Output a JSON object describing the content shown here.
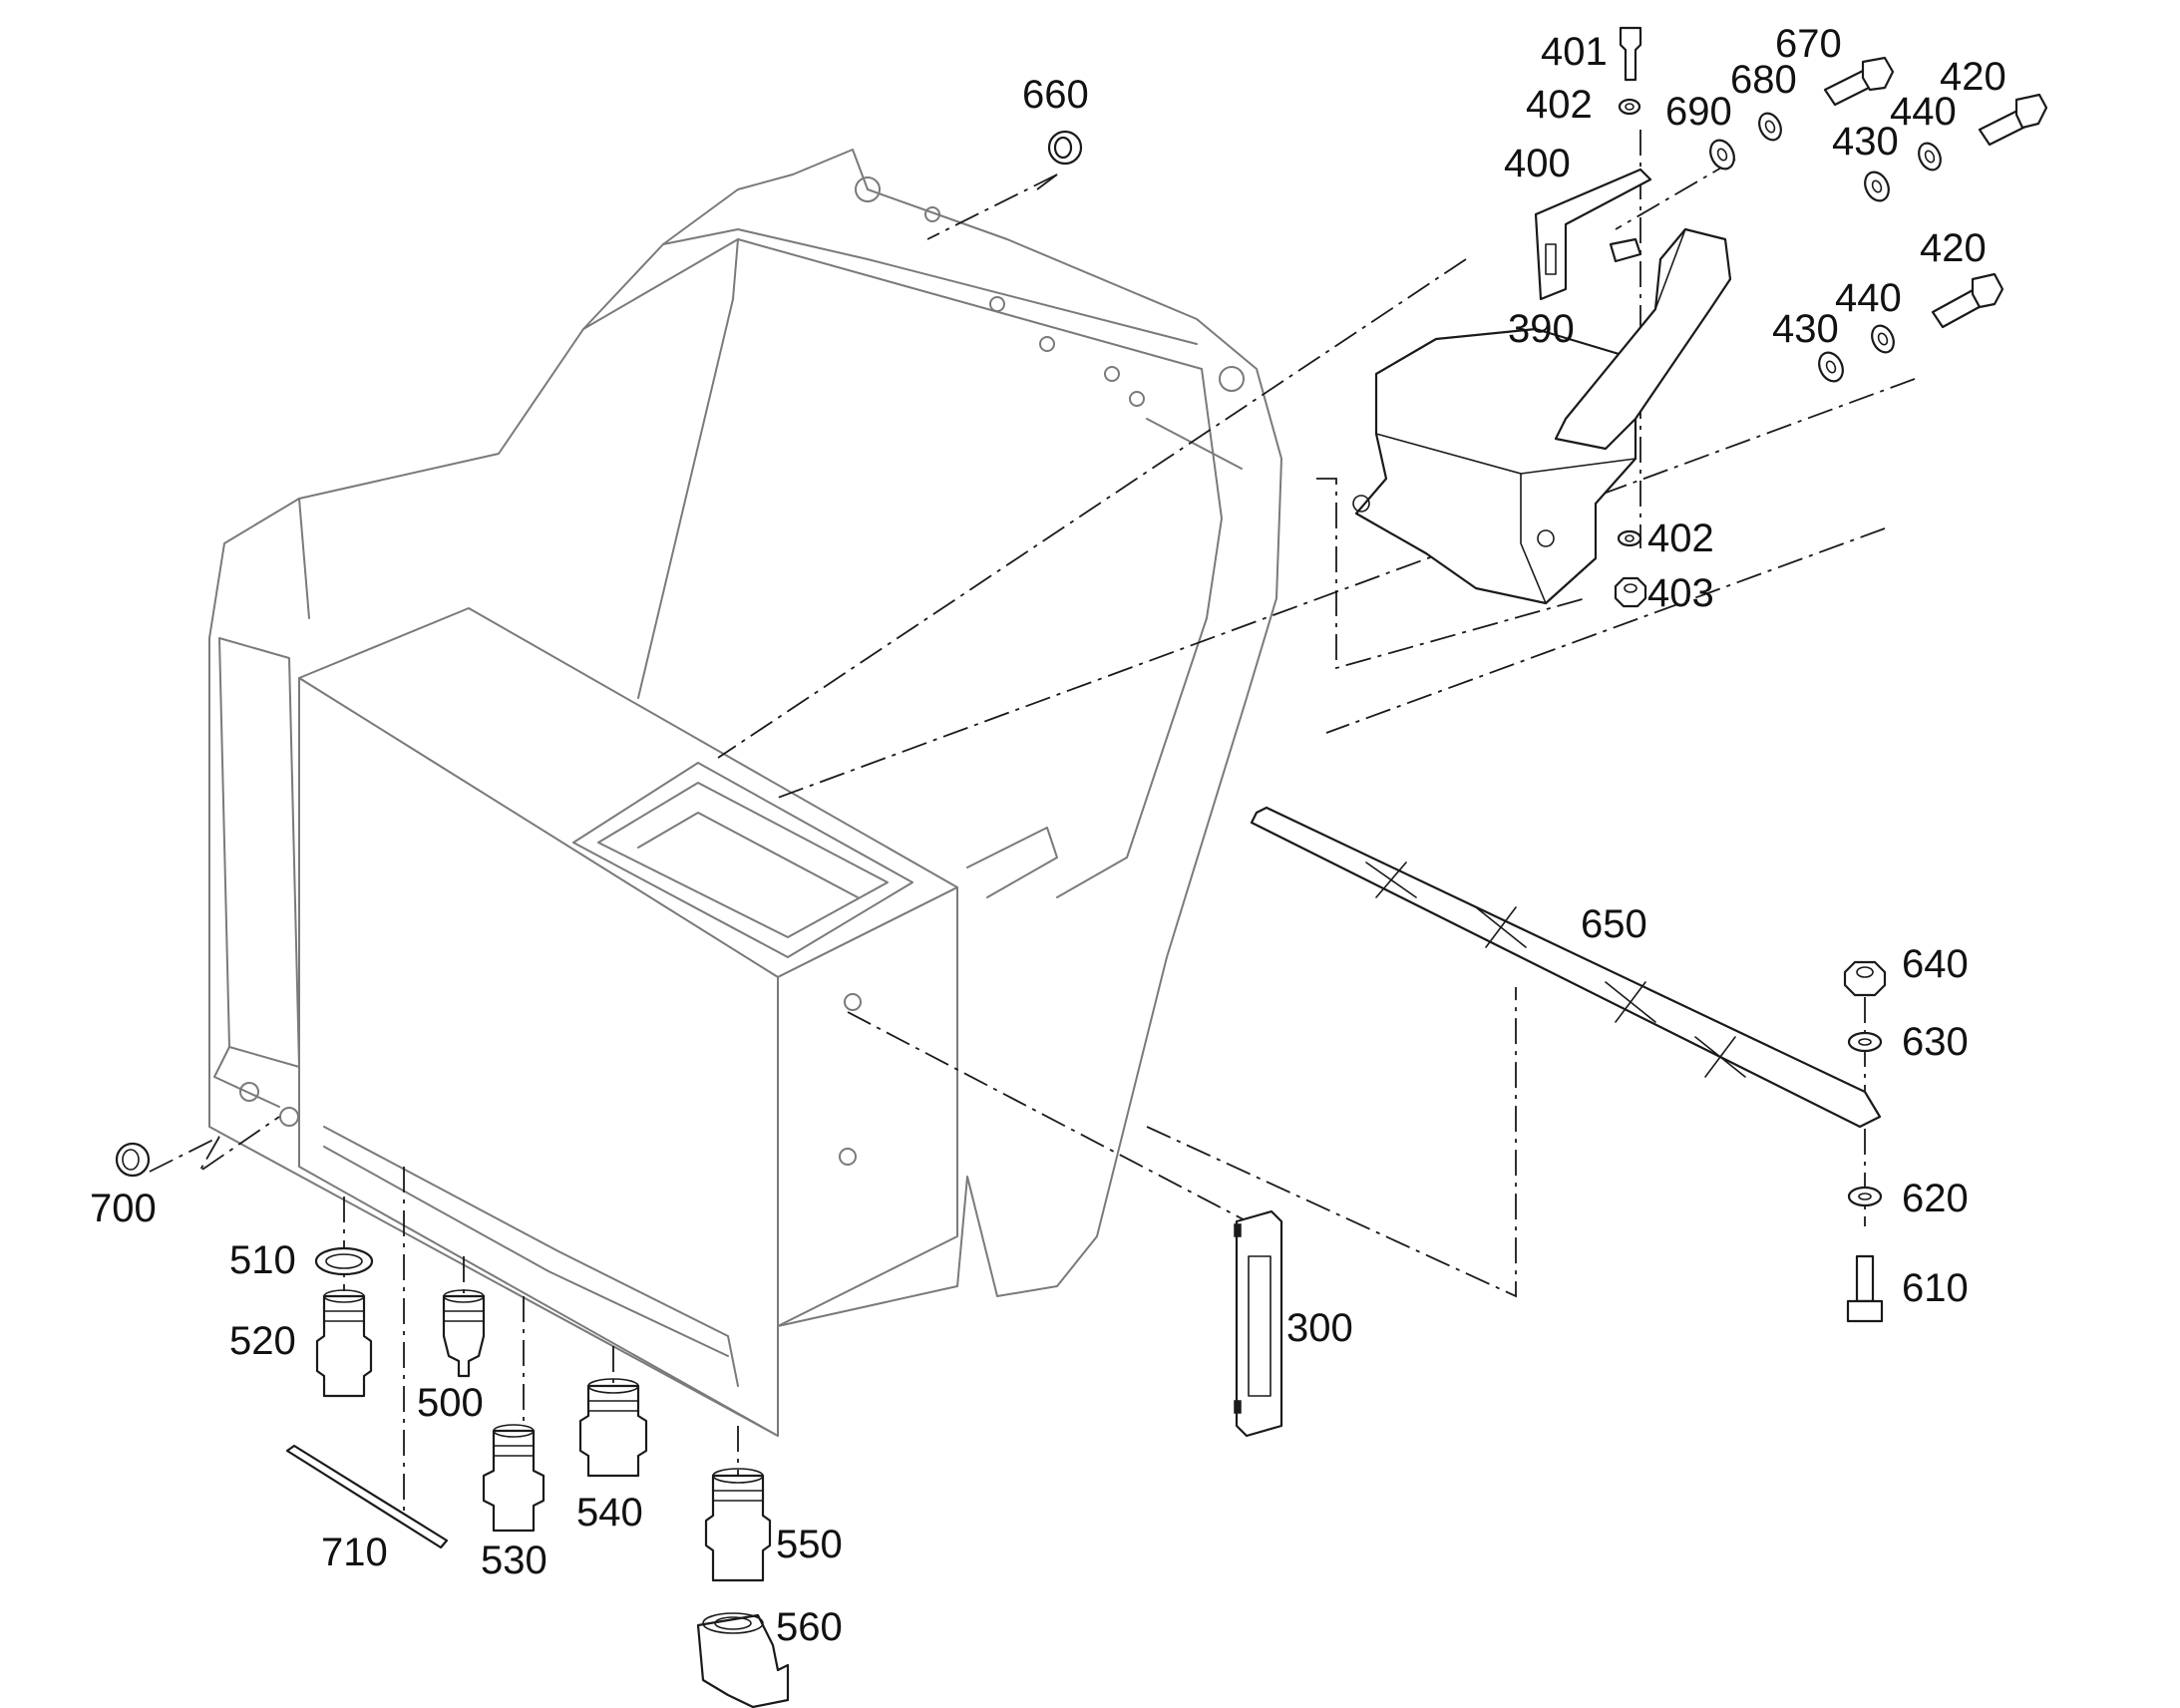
{
  "callouts": {
    "p300": "300",
    "p390": "390",
    "p400": "400",
    "p401": "401",
    "p402a": "402",
    "p402b": "402",
    "p403": "403",
    "p420a": "420",
    "p420b": "420",
    "p430a": "430",
    "p430b": "430",
    "p440a": "440",
    "p440b": "440",
    "p500": "500",
    "p510": "510",
    "p520": "520",
    "p530": "530",
    "p540": "540",
    "p550": "550",
    "p560": "560",
    "p610": "610",
    "p620": "620",
    "p630": "630",
    "p640": "640",
    "p650": "650",
    "p660": "660",
    "p670": "670",
    "p680": "680",
    "p690": "690",
    "p700": "700",
    "p710": "710"
  }
}
